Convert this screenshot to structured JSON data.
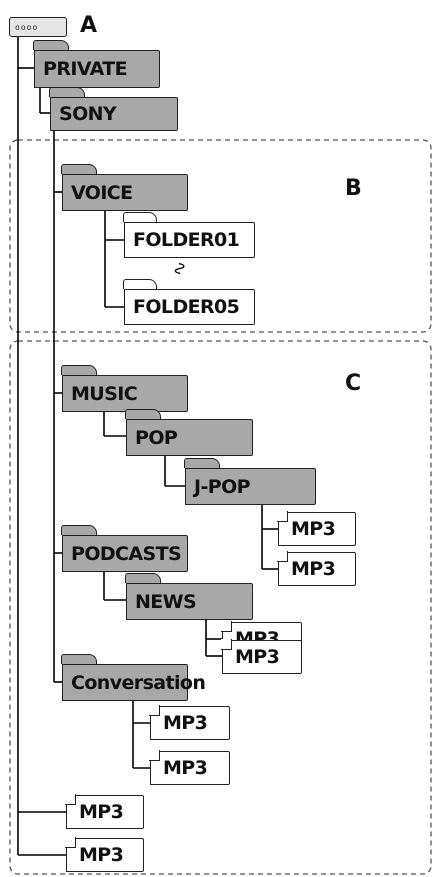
{
  "labels": {
    "a": "A",
    "b": "B",
    "c": "C"
  },
  "device": {
    "ports": "oooo",
    "icon": "memory-device-icon"
  },
  "tree": {
    "private": "PRIVATE",
    "sony": "SONY",
    "voice": "VOICE",
    "folder01": "FOLDER01",
    "ellipsis": "∿",
    "folder05": "FOLDER05",
    "music": "MUSIC",
    "pop": "POP",
    "jpop": "J-POP",
    "jpop_files": [
      "MP3",
      "MP3"
    ],
    "podcasts": "PODCASTS",
    "news": "NEWS",
    "news_files": [
      "MP3",
      "MP3"
    ],
    "conversation": "Conversation",
    "conversation_files": [
      "MP3",
      "MP3"
    ],
    "root_files": [
      "MP3",
      "MP3"
    ]
  }
}
